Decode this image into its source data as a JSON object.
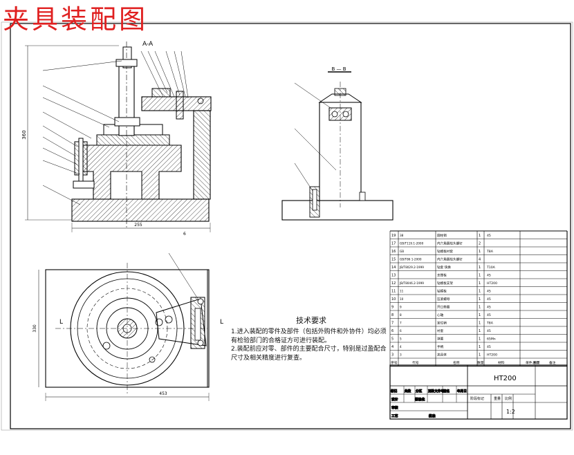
{
  "title": "夹具装配图",
  "section_label": "A-A",
  "view_label": "B — B",
  "dims": {
    "height": "360",
    "width_front": "255",
    "side_mark": "6",
    "bottom_width": "453",
    "left_vertical": "330",
    "bl_label": "L"
  },
  "tech": {
    "heading": "技术要求",
    "lines": [
      "1.进入装配的零件及部件（包括外购件和外协件）均必须有检验部门的合格证方可进行装配。",
      "2.装配前应对零、部件的主要配合尺寸，特别是过盈配合尺寸及相关精度进行复查。"
    ]
  },
  "bom": {
    "rows": [
      {
        "no": "19",
        "code": "38",
        "name": "圆柱销",
        "qty": "1",
        "mat": "45"
      },
      {
        "no": "17",
        "code": "GB/T119.1-2000",
        "name": "内六角圆柱头螺钉",
        "qty": "2",
        "mat": ""
      },
      {
        "no": "16",
        "code": "GB",
        "name": "钻模板衬套",
        "qty": "1",
        "mat": "T8A"
      },
      {
        "no": "15",
        "code": "GB/T86 1-2000",
        "name": "内六角圆柱头螺钉",
        "qty": "4",
        "mat": ""
      },
      {
        "no": "14",
        "code": "JB/T8029.2-1999",
        "name": "钻套 快换",
        "qty": "1",
        "mat": "T10A"
      },
      {
        "no": "13",
        "code": "",
        "name": "支撑板",
        "qty": "1",
        "mat": "45"
      },
      {
        "no": "12",
        "code": "JB/T8046.2-1999",
        "name": "钻模板支架",
        "qty": "1",
        "mat": "HT200"
      },
      {
        "no": "11",
        "code": "11",
        "name": "钻模板",
        "qty": "1",
        "mat": "45"
      },
      {
        "no": "10",
        "code": "10",
        "name": "压紧螺母",
        "qty": "1",
        "mat": "45"
      },
      {
        "no": "9",
        "code": "9",
        "name": "开口垫圈",
        "qty": "1",
        "mat": "45"
      },
      {
        "no": "8",
        "code": "8",
        "name": "心轴",
        "qty": "1",
        "mat": "45"
      },
      {
        "no": "7",
        "code": "7",
        "name": "定位销",
        "qty": "1",
        "mat": "T8A"
      },
      {
        "no": "6",
        "code": "6",
        "name": "衬套",
        "qty": "1",
        "mat": "45"
      },
      {
        "no": "5",
        "code": "5",
        "name": "弹簧",
        "qty": "1",
        "mat": "65Mn"
      },
      {
        "no": "4",
        "code": "4",
        "name": "手柄",
        "qty": "1",
        "mat": "45"
      },
      {
        "no": "3",
        "code": "3",
        "name": "夹具体",
        "qty": "1",
        "mat": "HT200"
      }
    ],
    "header": [
      "序号",
      "代号",
      "名称",
      "数量",
      "材料",
      "单件 重量",
      "总计",
      "备注"
    ]
  },
  "titleblock": {
    "material": "HT200",
    "scale": "1:2",
    "rows": [
      "标记",
      "处数",
      "分区",
      "更改文件号",
      "签名",
      "年月日"
    ],
    "labels": [
      "设计",
      "标准化",
      "阶段标记",
      "重量",
      "比例",
      "审核",
      "工艺",
      "批准"
    ]
  }
}
